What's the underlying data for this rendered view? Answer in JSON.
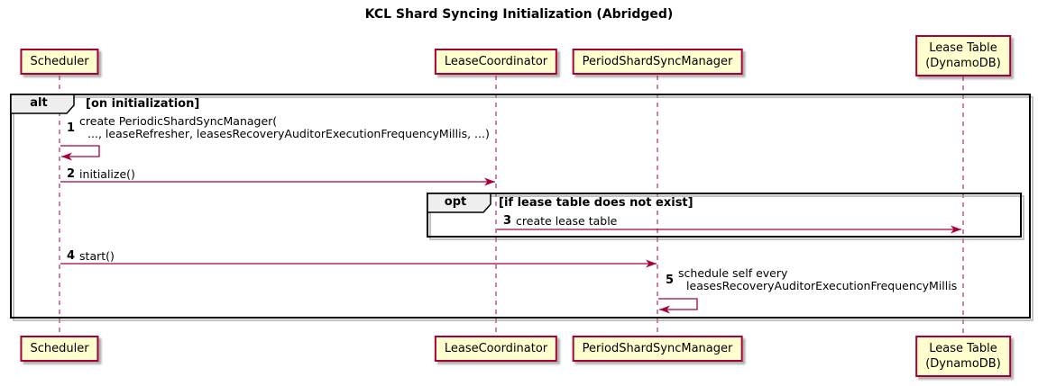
{
  "diagram": {
    "title": "KCL Shard Syncing Initialization (Abridged)"
  },
  "participants": [
    {
      "label": "Scheduler"
    },
    {
      "label": "LeaseCoordinator"
    },
    {
      "label": "PeriodShardSyncManager"
    },
    {
      "label_line1": "Lease Table",
      "label_line2": "(DynamoDB)"
    }
  ],
  "frames": {
    "alt": {
      "operator": "alt",
      "guard": "[on initialization]"
    },
    "opt": {
      "operator": "opt",
      "guard": "[if lease table does not exist]"
    }
  },
  "messages": {
    "m1": {
      "seq": "1",
      "line1": "create PeriodicShardSyncManager(",
      "line2": "..., leaseRefresher, leasesRecoveryAuditorExecutionFrequencyMillis, ...)"
    },
    "m2": {
      "seq": "2",
      "text": "initialize()"
    },
    "m3": {
      "seq": "3",
      "text": "create lease table"
    },
    "m4": {
      "seq": "4",
      "text": "start()"
    },
    "m5": {
      "seq": "5",
      "line1": "schedule self every",
      "line2": "leasesRecoveryAuditorExecutionFrequencyMillis"
    }
  },
  "colors": {
    "participant_fill": "#FEFECE",
    "participant_border": "#A80036",
    "arrow": "#A80036",
    "lifeline": "#A80036",
    "frame_border": "#000000",
    "operator_fill": "#EEEEEE"
  }
}
